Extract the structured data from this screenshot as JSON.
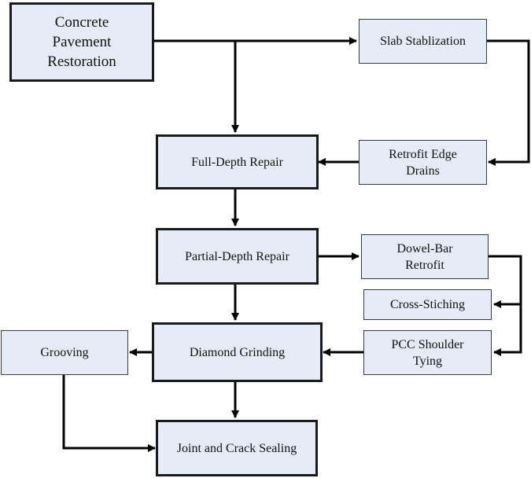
{
  "nodes": {
    "restoration": "Concrete\nPavement\nRestoration",
    "slab": "Slab Stablization",
    "full_depth": "Full-Depth Repair",
    "edge_drains": "Retrofit Edge\nDrains",
    "partial_depth": "Partial-Depth Repair",
    "dowel_bar": "Dowel-Bar\nRetrofit",
    "cross_stitch": "Cross-Stiching",
    "diamond": "Diamond Grinding",
    "shoulder": "PCC Shoulder\nTying",
    "grooving": "Grooving",
    "sealing": "Joint and Crack Sealing"
  },
  "colors": {
    "box_fill": "#e6ecf7",
    "line": "#000000"
  }
}
